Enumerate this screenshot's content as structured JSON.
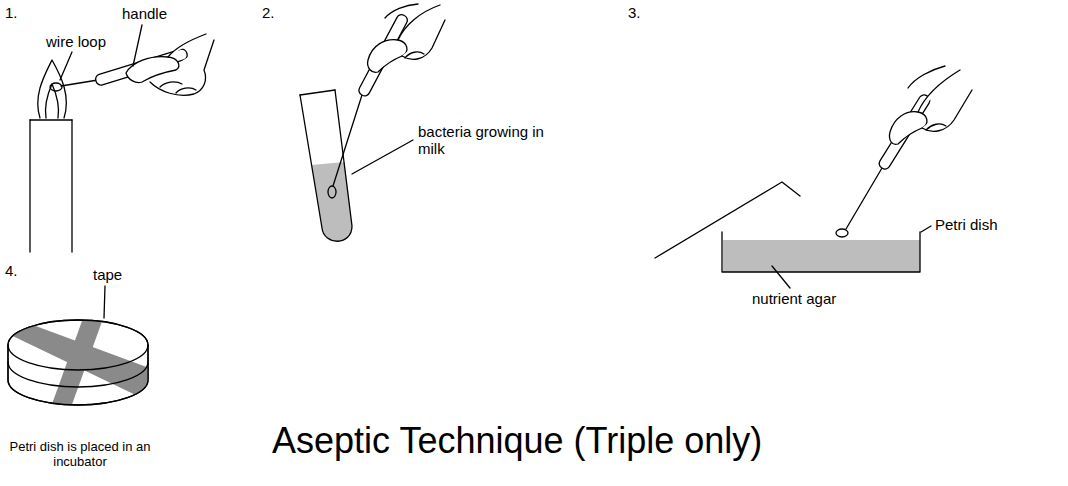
{
  "diagram": {
    "title": "Aseptic Technique (Triple only)",
    "labels": [
      "1.",
      "handle",
      "wire loop",
      "2.",
      "3.",
      "bacteria growing in milk",
      "Petri dish",
      "nutrient agar",
      "4.",
      "tape",
      "Petri dish is placed in an incubator"
    ]
  }
}
